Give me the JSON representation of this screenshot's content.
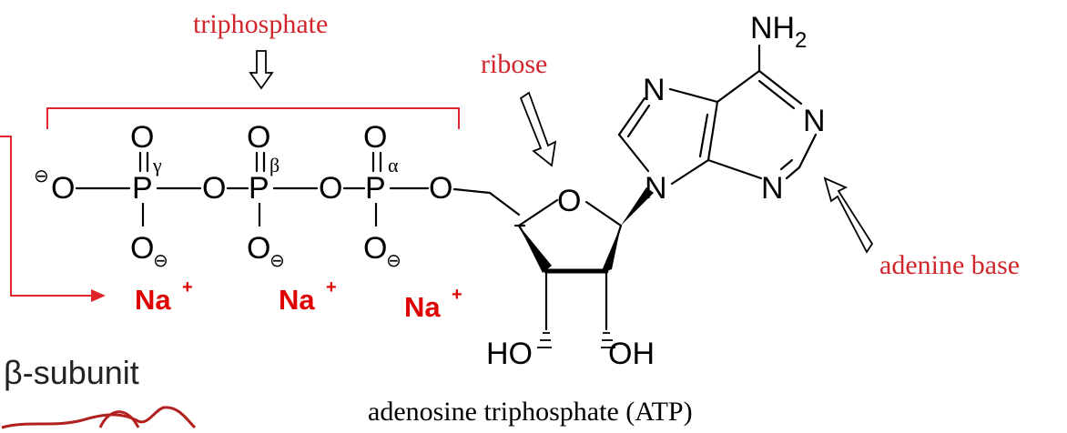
{
  "labels": {
    "triphosphate": "triphosphate",
    "ribose": "ribose",
    "adenine_base": "adenine base",
    "caption": "adenosine triphosphate (ATP)",
    "subunit": "β-subunit"
  },
  "atoms": {
    "oxygen": "O",
    "phosphorus": "P",
    "nitrogen": "N",
    "amine_n": "NH",
    "amine_sub": "2",
    "ho": "HO",
    "oh": "OH",
    "minus": "⊖"
  },
  "greek": {
    "gamma": "γ",
    "beta": "β",
    "alpha": "α"
  },
  "counterions": {
    "na1": "Na",
    "na2": "Na",
    "na3": "Na",
    "charge": "+"
  },
  "colors": {
    "label_red": "#d0262c",
    "na_red": "#e00000",
    "bracket_red": "#e0262c",
    "structure": "#000000"
  }
}
